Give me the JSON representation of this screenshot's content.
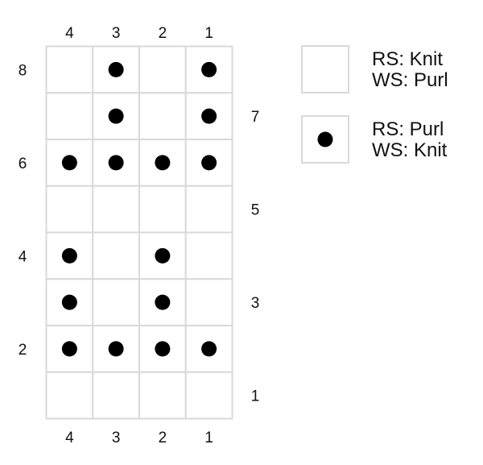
{
  "chart": {
    "columns_top": [
      "4",
      "3",
      "2",
      "1"
    ],
    "columns_bottom": [
      "4",
      "3",
      "2",
      "1"
    ],
    "rows_left": [
      "8",
      "6",
      "4",
      "2"
    ],
    "rows_right": [
      "7",
      "5",
      "3",
      "1"
    ],
    "grid_rows_top_to_bottom": [
      [
        0,
        1,
        0,
        1
      ],
      [
        0,
        1,
        0,
        1
      ],
      [
        1,
        1,
        1,
        1
      ],
      [
        0,
        0,
        0,
        0
      ],
      [
        1,
        0,
        1,
        0
      ],
      [
        1,
        0,
        1,
        0
      ],
      [
        1,
        1,
        1,
        1
      ],
      [
        0,
        0,
        0,
        0
      ]
    ]
  },
  "legend": [
    {
      "symbol": "blank",
      "line1": "RS: Knit",
      "line2": "WS: Purl"
    },
    {
      "symbol": "dot",
      "line1": "RS: Purl",
      "line2": "WS: Knit"
    }
  ],
  "colors": {
    "grid": "#d9d9d9",
    "dot": "#000000",
    "text": "#111111"
  }
}
